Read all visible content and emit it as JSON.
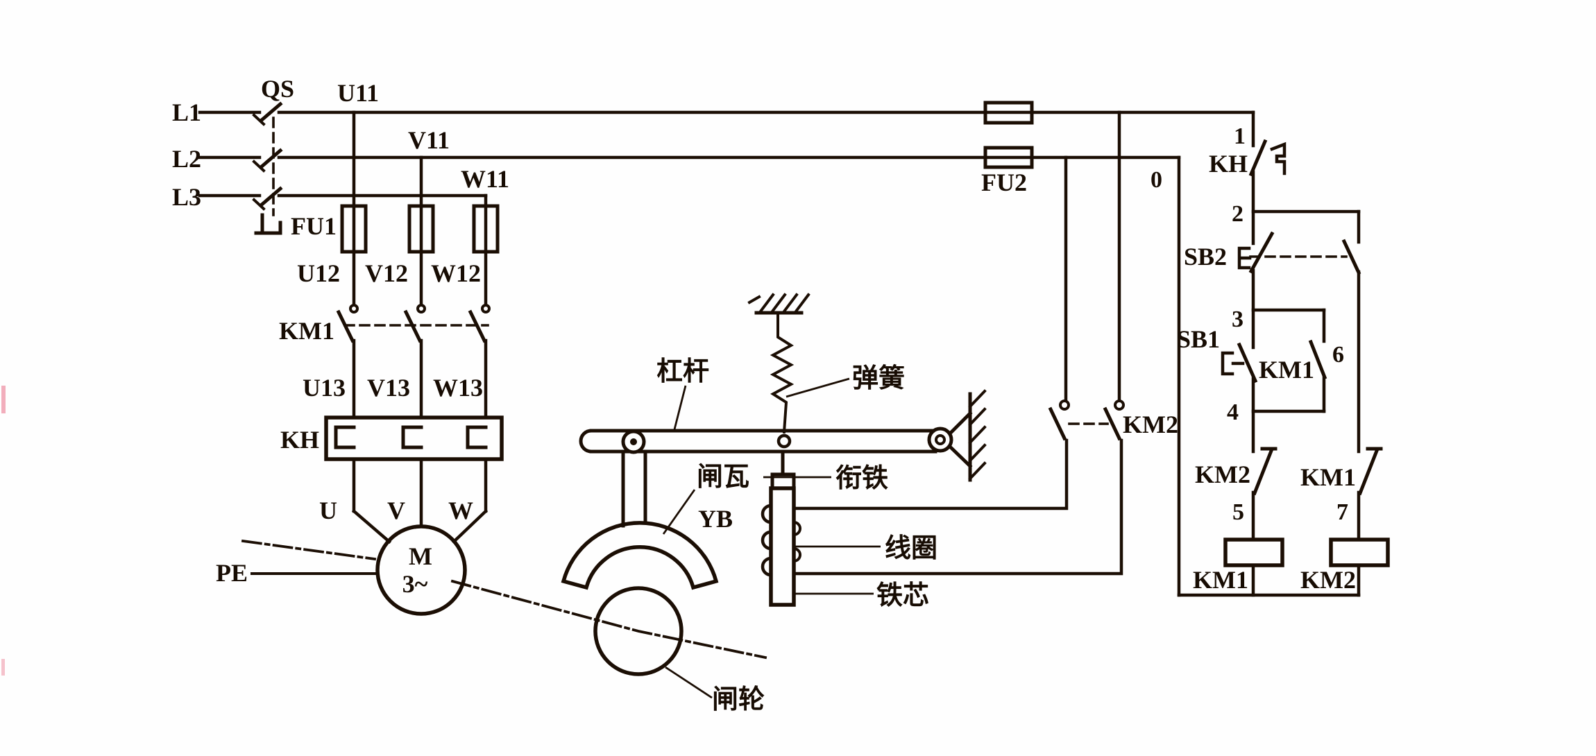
{
  "title": "三相电动机电磁抱闸制动控制电路原理图",
  "colors": {
    "ink": "#1b0e04",
    "paper": "#fefefe"
  },
  "labels": {
    "power": {
      "l1": "L1",
      "l2": "L2",
      "l3": "L3",
      "qs": "QS",
      "u11": "U11",
      "v11": "V11",
      "w11": "W11",
      "fu1": "FU1",
      "u12": "U12",
      "v12": "V12",
      "w12": "W12",
      "km1": "KM1",
      "u13": "U13",
      "v13": "V13",
      "w13": "W13",
      "kh": "KH",
      "u": "U",
      "v": "V",
      "w": "W",
      "m": "M",
      "three_phase": "3~",
      "pe": "PE"
    },
    "mech": {
      "lever": "杠杆",
      "spring": "弹簧",
      "shoe": "闸瓦",
      "yb": "YB",
      "armature": "衔铁",
      "coil": "线圈",
      "core": "铁芯",
      "wheel": "闸轮"
    },
    "control": {
      "fu2": "FU2",
      "zero": "0",
      "one": "1",
      "kh": "KH",
      "two": "2",
      "sb2": "SB2",
      "three": "3",
      "sb1": "SB1",
      "km1_aux": "KM1",
      "six": "6",
      "four": "4",
      "km2_interlock": "KM2",
      "five": "5",
      "km1_coil": "KM1",
      "km1_interlock": "KM1",
      "seven": "7",
      "km2_coil": "KM2",
      "km2_brake": "KM2"
    }
  }
}
